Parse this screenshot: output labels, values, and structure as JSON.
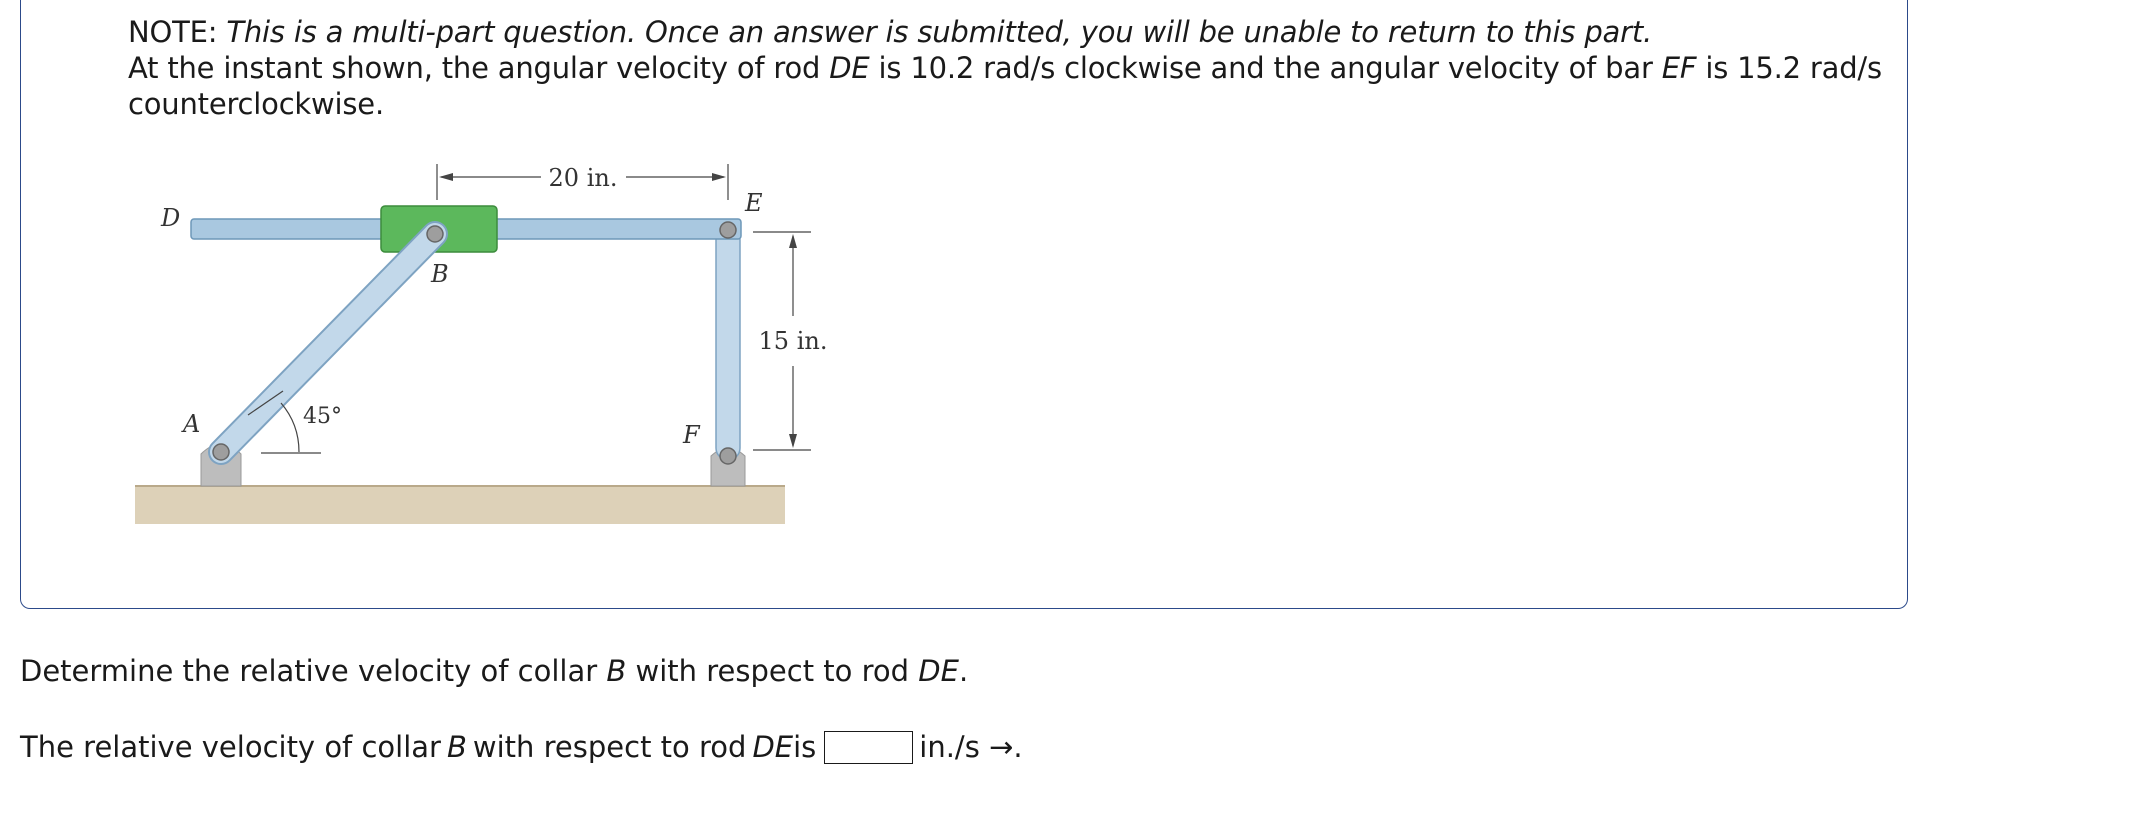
{
  "note": {
    "prefix": "NOTE: ",
    "italic": "This is a multi-part question. Once an answer is submitted, you will be unable to return to this part.",
    "line2_a": "At the instant shown, the angular velocity of rod ",
    "line2_rod": "DE",
    "line2_b": " is 10.2 rad/s clockwise and the angular velocity of bar ",
    "line2_bar": "EF",
    "line2_c": " is 15.2 rad/s counterclockwise."
  },
  "figure": {
    "dim_horizontal": "20 in.",
    "dim_vertical": "15 in.",
    "angle": "45°",
    "label_a": "A",
    "label_b": "B",
    "label_d": "D",
    "label_e": "E",
    "label_f": "F",
    "colors": {
      "rod": "#a9c8e0",
      "rod_edge": "#6d97b8",
      "collar": "#5cb85c",
      "collar_edge": "#3c8c3c",
      "ground": "#ddd1b8",
      "support": "#bdbdbd",
      "pin": "#9e9e9e"
    }
  },
  "question": {
    "q1_a": "Determine the relative velocity of collar ",
    "q1_b_var": "B",
    "q1_c": " with respect to rod ",
    "q1_d_var": "DE",
    "q1_e": ".",
    "q2_a": "The relative velocity of collar ",
    "q2_b_var": "B",
    "q2_c": " with respect to rod ",
    "q2_d_var": "DE",
    "q2_e": " is",
    "answer_value": "",
    "unit": "in./s →."
  }
}
